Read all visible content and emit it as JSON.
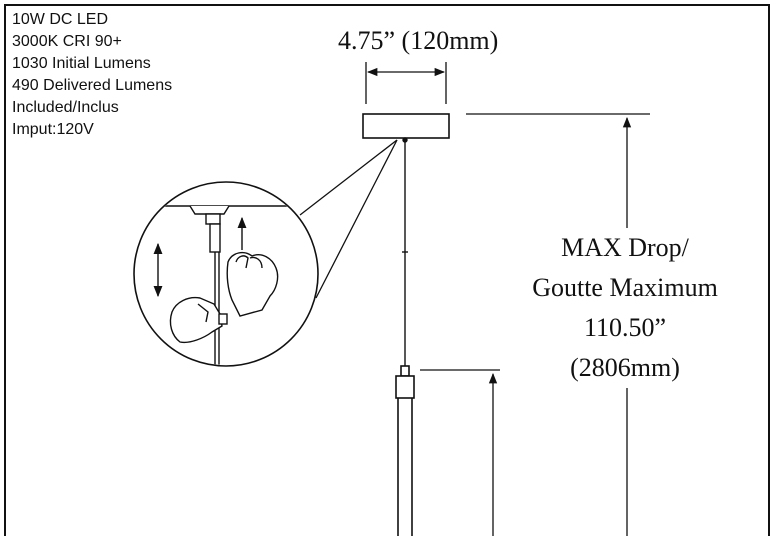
{
  "specs": {
    "lines": [
      "10W DC LED",
      "3000K CRI 90+",
      "1030 Initial Lumens",
      "490 Delivered Lumens",
      "Included/Inclus",
      "Imput:120V"
    ]
  },
  "dimensions": {
    "width_label": "4.75” (120mm)",
    "drop_line1": "MAX Drop/",
    "drop_line2": "Goutte Maximum",
    "drop_line3": "110.50”",
    "drop_line4": "(2806mm)"
  },
  "colors": {
    "ink": "#111111",
    "paper": "#ffffff"
  }
}
